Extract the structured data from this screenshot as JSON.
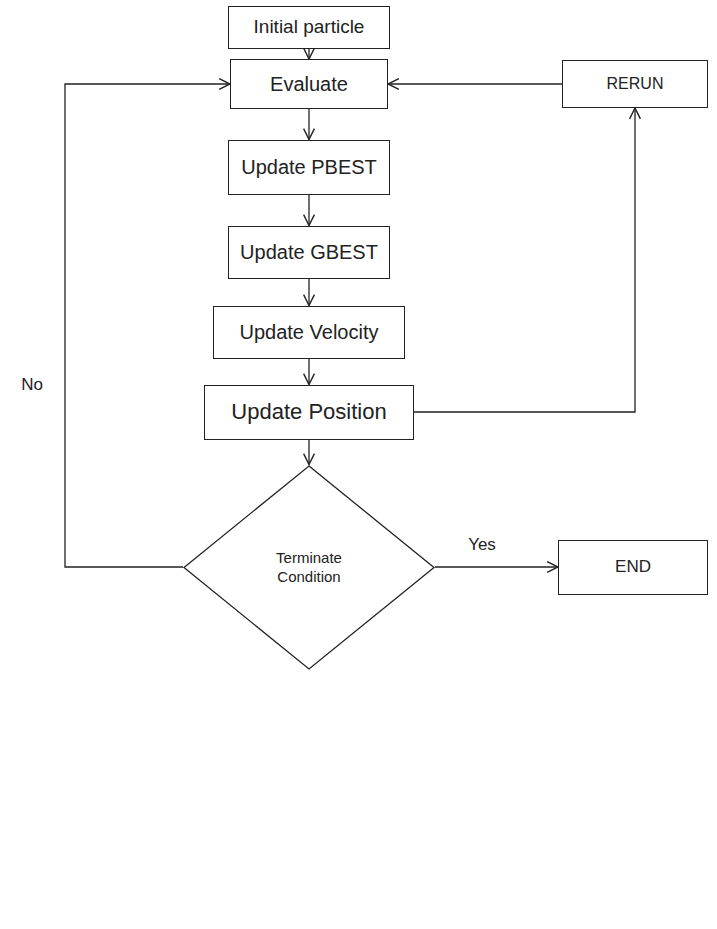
{
  "diagram": {
    "nodes": [
      {
        "text": [
          "Initial particle"
        ]
      },
      {
        "text": [
          "Evaluate"
        ]
      },
      {
        "text": [
          "RERUN"
        ]
      },
      {
        "text": [
          "Update PBEST"
        ]
      },
      {
        "text": [
          "Update GBEST"
        ]
      },
      {
        "text": [
          "Update Velocity"
        ]
      },
      {
        "text": [
          "Update Position"
        ]
      },
      {
        "text": [
          "Terminate Condition"
        ]
      },
      {
        "text": [
          "END"
        ]
      }
    ],
    "edges": [
      {
        "from": 0,
        "to": 1,
        "arrow": "to"
      },
      {
        "from": 1,
        "to": 3,
        "arrow": "to"
      },
      {
        "from": 3,
        "to": 4,
        "arrow": "to"
      },
      {
        "from": 4,
        "to": 5,
        "arrow": "to"
      },
      {
        "from": 5,
        "to": 6,
        "arrow": "to"
      },
      {
        "from": 6,
        "to": 2,
        "arrow": "to"
      },
      {
        "from": 2,
        "to": 1,
        "arrow": "to"
      },
      {
        "from": 6,
        "to": 7,
        "arrow": "to"
      },
      {
        "from": 7,
        "to": 8,
        "label": "Yes",
        "arrow": "to"
      },
      {
        "from": 7,
        "to": 1,
        "label": "No",
        "arrow": "to"
      }
    ]
  }
}
